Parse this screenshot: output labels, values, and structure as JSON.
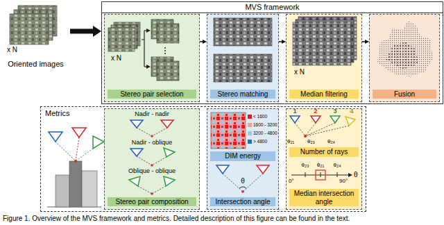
{
  "diagram": {
    "caption": "Figure 1. Overview of the MVS framework and metrics. Detailed description of this figure can be found in the text.",
    "nodes": [
      {
        "text": [
          "Oriented images"
        ]
      },
      {
        "text": [
          "MVS framework"
        ]
      },
      {
        "text": [
          "Stereo pair selection"
        ],
        "in": 1
      },
      {
        "text": [
          "Stereo matching"
        ],
        "in": 1
      },
      {
        "text": [
          "Median filtering"
        ],
        "in": 1
      },
      {
        "text": [
          "Fusion"
        ],
        "in": 1
      },
      {
        "text": [
          "Metrics"
        ]
      },
      {
        "text": [
          "Stereo pair composition"
        ],
        "in": 6
      },
      {
        "text": [
          "DIM energy",
          "Intersection angle"
        ],
        "in": 6
      },
      {
        "text": [
          "Number of rays",
          "Median intersection angle"
        ],
        "in": 6
      }
    ],
    "edges": [
      {
        "from": 0,
        "to": 1,
        "arrow": "to"
      },
      {
        "from": 2,
        "to": 3,
        "arrow": "to"
      },
      {
        "from": 3,
        "to": 4,
        "arrow": "to"
      },
      {
        "from": 4,
        "to": 5,
        "arrow": "to"
      }
    ],
    "labels": [
      "x N",
      "x N",
      "x N",
      "Nadir - nadir",
      "Nadir - oblique",
      "Oblique - oblique",
      "θ",
      "1",
      "2",
      "3",
      "4",
      "θ₂₁",
      "θ₂₃",
      "θ₂₄",
      "θ₂₃",
      "θ₂₁",
      "θ₂₄",
      "0°",
      "90°",
      "θ"
    ],
    "legend": [
      {
        "text": "< 1600",
        "color": "#e31a1c"
      },
      {
        "text": "1600 - 3200",
        "color": "#f4a09a"
      },
      {
        "text": "3200 - 4800",
        "color": "#9ecae1"
      },
      {
        "text": "> 4800",
        "color": "#2171b5"
      }
    ]
  }
}
